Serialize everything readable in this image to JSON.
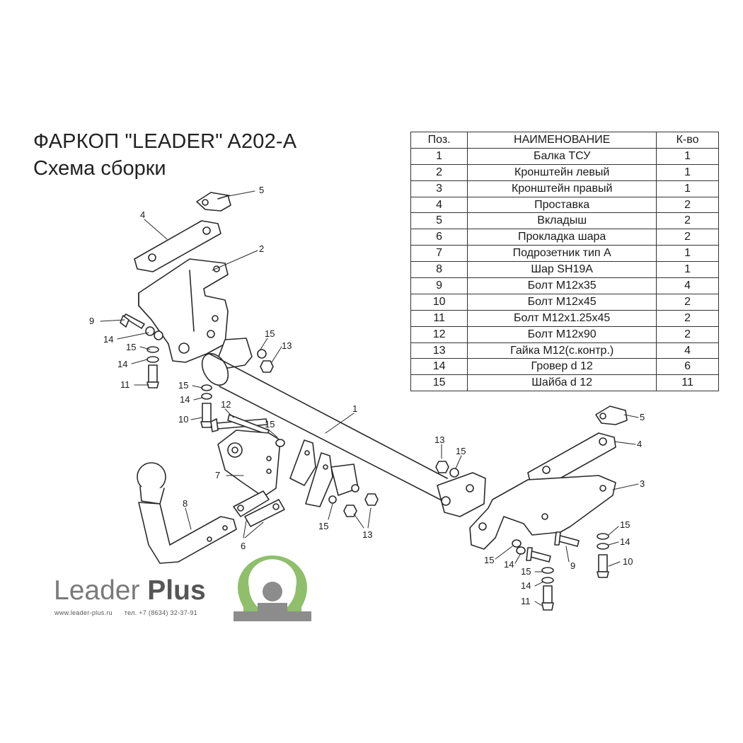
{
  "title": "ФАРКОП \"LEADER\" A202-A",
  "subtitle": "Схема сборки",
  "table": {
    "headers": {
      "pos": "Поз.",
      "name": "НАИМЕНОВАНИЕ",
      "qty": "К-во"
    },
    "rows": [
      {
        "pos": "1",
        "name": "Балка ТСУ",
        "qty": "1"
      },
      {
        "pos": "2",
        "name": "Кронштейн левый",
        "qty": "1"
      },
      {
        "pos": "3",
        "name": "Кронштейн правый",
        "qty": "1"
      },
      {
        "pos": "4",
        "name": "Проставка",
        "qty": "2"
      },
      {
        "pos": "5",
        "name": "Вкладыш",
        "qty": "2"
      },
      {
        "pos": "6",
        "name": "Прокладка шара",
        "qty": "2"
      },
      {
        "pos": "7",
        "name": "Подрозетник тип А",
        "qty": "1"
      },
      {
        "pos": "8",
        "name": "Шар SH19A",
        "qty": "1"
      },
      {
        "pos": "9",
        "name": "Болт М12х35",
        "qty": "4"
      },
      {
        "pos": "10",
        "name": "Болт М12х45",
        "qty": "2"
      },
      {
        "pos": "11",
        "name": "Болт М12х1.25х45",
        "qty": "2"
      },
      {
        "pos": "12",
        "name": "Болт М12х90",
        "qty": "2"
      },
      {
        "pos": "13",
        "name": "Гайка М12(с.контр.)",
        "qty": "4"
      },
      {
        "pos": "14",
        "name": "Гровер d 12",
        "qty": "6"
      },
      {
        "pos": "15",
        "name": "Шайба d 12",
        "qty": "11"
      }
    ]
  },
  "callouts": {
    "n1": "1",
    "n2": "2",
    "n3": "3",
    "n4": "4",
    "n5": "5",
    "n6": "6",
    "n7": "7",
    "n8": "8",
    "n9": "9",
    "n10": "10",
    "n11": "11",
    "n12": "12",
    "n13": "13",
    "n14": "14",
    "n15": "15"
  },
  "brand": {
    "name": "Leader",
    "name_bold": "Plus"
  },
  "contacts": {
    "site": "www.leader-plus.ru",
    "phone": "тел. +7 (8634) 32-37-91"
  },
  "colors": {
    "line": "#2a2a2a",
    "logo_gray": "#8c8c8c",
    "logo_green": "#8fbf6a"
  }
}
